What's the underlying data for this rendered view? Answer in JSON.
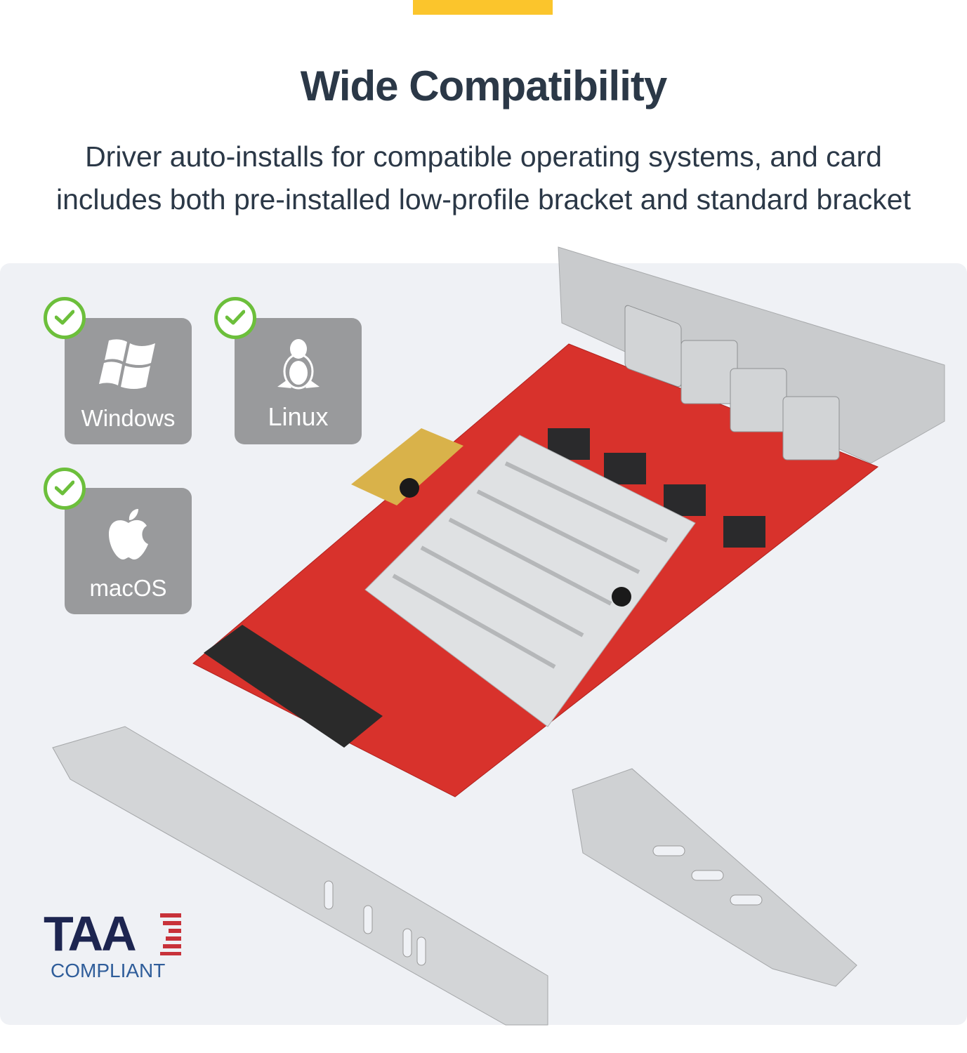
{
  "header": {
    "title": "Wide Compatibility",
    "subtitle_line1": "Driver auto-installs for compatible operating systems, and card",
    "subtitle_line2": "includes both pre-installed low-profile bracket and standard bracket"
  },
  "os_support": [
    {
      "name": "Windows",
      "icon": "windows-logo-icon",
      "supported": true
    },
    {
      "name": "Linux",
      "icon": "tux-penguin-icon",
      "supported": true
    },
    {
      "name": "macOS",
      "icon": "apple-logo-icon",
      "supported": true
    }
  ],
  "badge": {
    "main": "TAA",
    "sub": "COMPLIANT"
  },
  "colors": {
    "accent": "#fbc52c",
    "title": "#2b3847",
    "tile": "#999a9c",
    "check": "#6cbf3b",
    "pcb": "#d8322c",
    "taa_navy": "#1d2550",
    "taa_red": "#c8323a"
  }
}
